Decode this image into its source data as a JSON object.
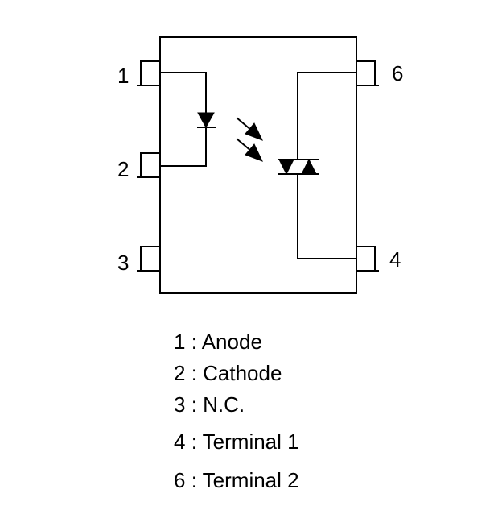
{
  "pins": [
    {
      "number": "1",
      "name": "Anode"
    },
    {
      "number": "2",
      "name": "Cathode"
    },
    {
      "number": "3",
      "name": "N.C."
    },
    {
      "number": "4",
      "name": "Terminal 1"
    },
    {
      "number": "6",
      "name": "Terminal 2"
    }
  ],
  "legend_separator": " : "
}
